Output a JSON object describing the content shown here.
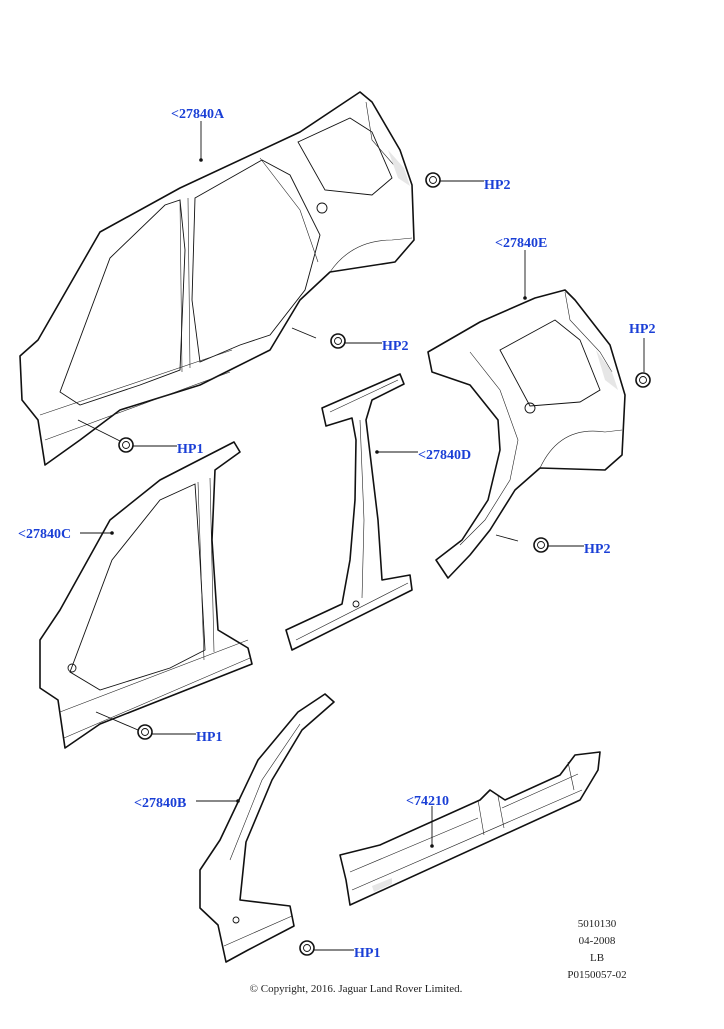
{
  "callouts": {
    "a": "<27840A",
    "b": "<27840B",
    "c": "<27840C",
    "d": "<27840D",
    "e": "<27840E",
    "sill": "<74210",
    "hp2_top": "HP2",
    "hp2_mid": "HP2",
    "hp2_right": "HP2",
    "hp2_low": "HP2",
    "hp1_a": "HP1",
    "hp1_c": "HP1",
    "hp1_b": "HP1"
  },
  "info": {
    "line1": "5010130",
    "line2": "04-2008",
    "line3": "LB",
    "line4": "P0150057-02"
  },
  "copyright": "© Copyright, 2016. Jaguar Land Rover Limited.",
  "colors": {
    "callout": "#1a3fd6",
    "line": "#111111"
  }
}
